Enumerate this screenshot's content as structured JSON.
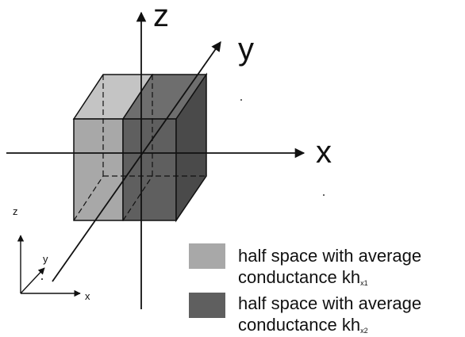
{
  "axes": {
    "z_label": "z",
    "y_label": "y",
    "x_label": "x"
  },
  "mini_axes": {
    "z_label": "z",
    "y_label": "y",
    "x_label": "x"
  },
  "legend": {
    "item1": {
      "line1": "half space with average",
      "line2_prefix": "conductance kh",
      "subscript": "x1",
      "color": "#a8a8a8"
    },
    "item2": {
      "line1": "half space with average",
      "line2_prefix": "conductance kh",
      "subscript": "x2",
      "color": "#5f5f5f"
    }
  },
  "colors": {
    "light_half": "#a8a8a8",
    "light_top": "#c4c4c4",
    "dark_half": "#5f5f5f",
    "dark_side": "#4a4a4a",
    "dark_top": "#6e6e6e",
    "lines": "#111111"
  }
}
